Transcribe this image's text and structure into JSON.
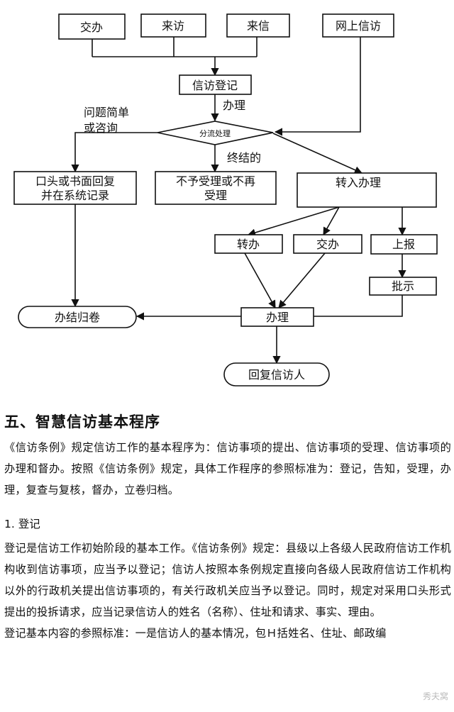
{
  "diagram": {
    "nodes": {
      "jiaoban_top": "交办",
      "laifang": "来访",
      "laixin": "来信",
      "wangshang": "网上信访",
      "dengji": "信访登记",
      "fenliu": "分流处理",
      "koutou": [
        "口头或书面回复",
        "并在系统记录"
      ],
      "buyu": [
        "不予受理或不再",
        "受理"
      ],
      "zhuanru": "转入办理",
      "zhuanban": "转办",
      "jiaoban": "交办",
      "shangbao": "上报",
      "pishi": "批示",
      "banli": "办理",
      "banjie": "办结归卷",
      "huifu": "回复信访人"
    },
    "labels": {
      "banli_label": "办理",
      "jiandan": [
        "问题简单",
        "或咨询"
      ],
      "zhongjie": "终结的"
    }
  },
  "doc": {
    "heading": "五、智慧信访基本程序",
    "para1": "《信访条例》规定信访工作的基本程序为：信访事项的提出、信访事项的受理、信访事项的办理和督办。按照《信访条例》规定，具体工作程序的参照标准为：登记，告知，受理，办理，复查与复核，督办，立卷归档。",
    "sub1": "1. 登记",
    "para2": "登记是信访工作初始阶段的基本工作。《信访条例》规定：县级以上各级人民政府信访工作机构收到信访事项，应当予以登记；信访人按照本条例规定直接向各级人民政府信访工作机构以外的行政机关提出信访事项的，有关行政机关应当予以登记。同时，规定对采用口头形式提出的投拆请求，应当记录信访人的姓名（名称）、住址和请求、事实、理由。",
    "para3": "登记基本内容的参照标准：一是信访人的基本情况，包Ｈ括姓名、住址、邮政编",
    "watermark": "秀夫窝"
  }
}
